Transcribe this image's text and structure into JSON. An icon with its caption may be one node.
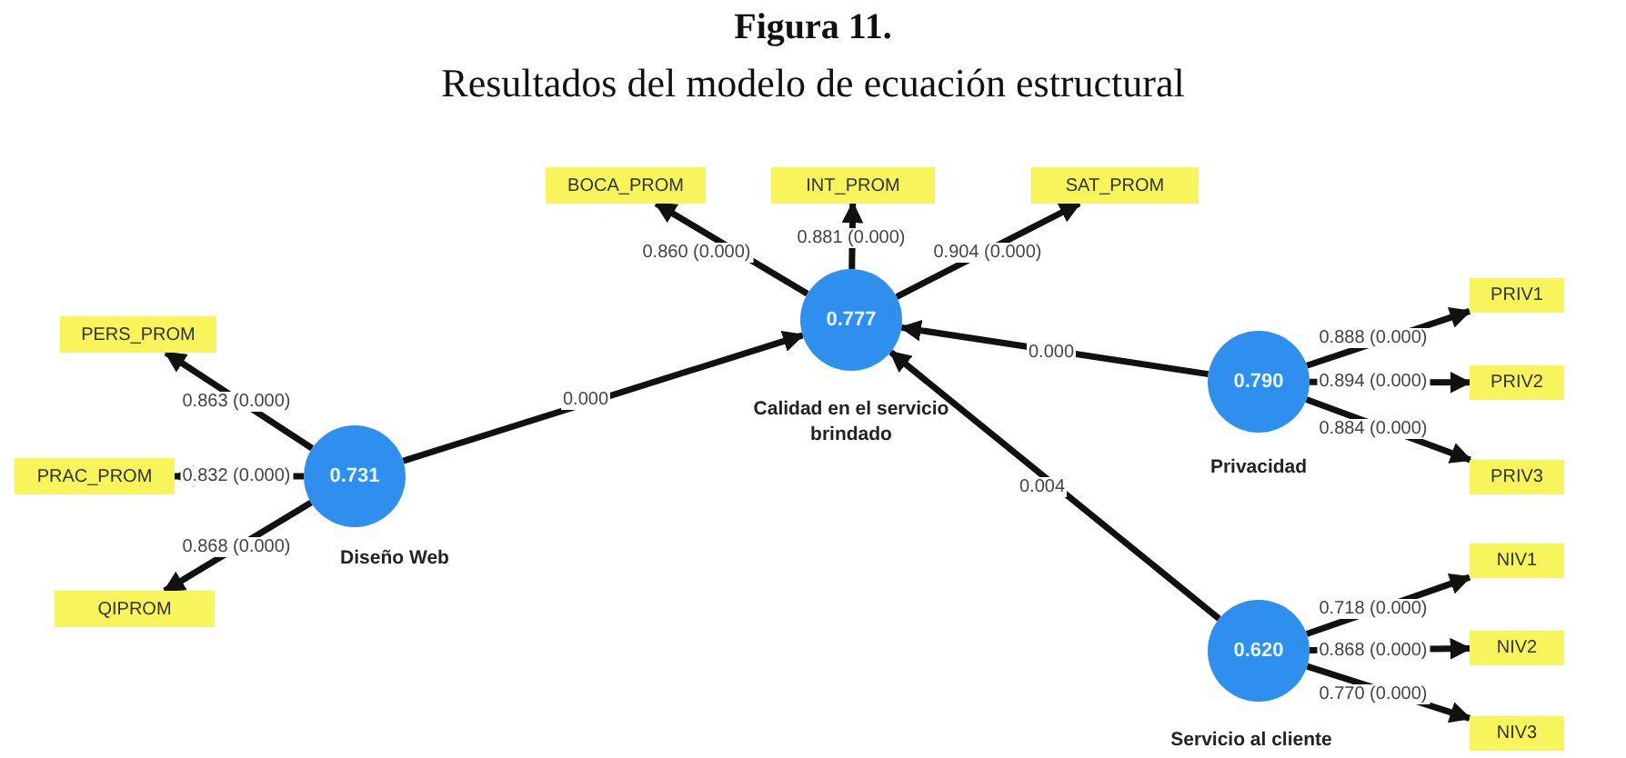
{
  "diagram": {
    "title": "Figura 11.",
    "caption": "Resultados del modelo de ecuación estructural",
    "nodes": [
      {
        "text": [
          "BOCA_PROM"
        ]
      },
      {
        "text": [
          "INT_PROM"
        ]
      },
      {
        "text": [
          "SAT_PROM"
        ]
      },
      {
        "text": [
          "0.777",
          "Calidad en el servicio brindado"
        ]
      },
      {
        "text": [
          "PERS_PROM"
        ]
      },
      {
        "text": [
          "PRIV1"
        ]
      },
      {
        "text": [
          "0.731",
          "Diseño Web"
        ]
      },
      {
        "text": [
          "0.790",
          "Privacidad"
        ]
      },
      {
        "text": [
          "PRAC_PROM"
        ]
      },
      {
        "text": [
          "PRIV2"
        ]
      },
      {
        "text": [
          "PRIV3"
        ]
      },
      {
        "text": [
          "QIPROM"
        ]
      },
      {
        "text": [
          "NIV1"
        ]
      },
      {
        "text": [
          "0.620",
          "Servicio al cliente"
        ]
      },
      {
        "text": [
          "NIV2"
        ]
      },
      {
        "text": [
          "NIV3"
        ]
      }
    ],
    "edges": [
      {
        "from": 3,
        "to": 0,
        "arrow": "to",
        "label": "0.860 (0.000)"
      },
      {
        "from": 3,
        "to": 1,
        "arrow": "to",
        "label": "0.881 (0.000)"
      },
      {
        "from": 3,
        "to": 2,
        "arrow": "to",
        "label": "0.904 (0.000)"
      },
      {
        "from": 6,
        "to": 4,
        "arrow": "to",
        "label": "0.863 (0.000)"
      },
      {
        "from": 6,
        "to": 8,
        "arrow": "to",
        "label": "0.832 (0.000)"
      },
      {
        "from": 6,
        "to": 11,
        "arrow": "to",
        "label": "0.868 (0.000)"
      },
      {
        "from": 6,
        "to": 3,
        "arrow": "to",
        "label": "0.000"
      },
      {
        "from": 7,
        "to": 3,
        "arrow": "to",
        "label": "0.000"
      },
      {
        "from": 13,
        "to": 3,
        "arrow": "to",
        "label": "0.004"
      },
      {
        "from": 7,
        "to": 5,
        "arrow": "to",
        "label": "0.888 (0.000)"
      },
      {
        "from": 7,
        "to": 9,
        "arrow": "to",
        "label": "0.894 (0.000)"
      },
      {
        "from": 7,
        "to": 10,
        "arrow": "to",
        "label": "0.884 (0.000)"
      },
      {
        "from": 13,
        "to": 12,
        "arrow": "to",
        "label": "0.718 (0.000)"
      },
      {
        "from": 13,
        "to": 14,
        "arrow": "to",
        "label": "0.868 (0.000)"
      },
      {
        "from": 13,
        "to": 15,
        "arrow": "to",
        "label": "0.770 (0.000)"
      }
    ]
  }
}
